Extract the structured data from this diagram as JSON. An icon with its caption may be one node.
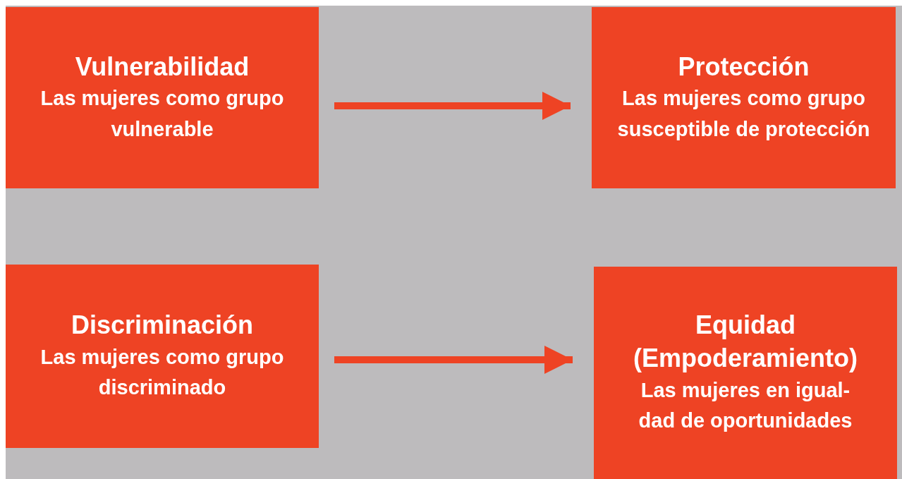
{
  "diagram": {
    "nodes": [
      {
        "text": [
          "Vulnerabilidad",
          "Las mujeres como grupo vulnerable"
        ]
      },
      {
        "text": [
          "Protección",
          "Las mujeres como grupo susceptible de protección"
        ]
      },
      {
        "text": [
          "Discriminación",
          "Las mujeres como grupo discriminado"
        ]
      },
      {
        "text": [
          "Equidad (Empoderamiento)",
          "Las mujeres en igual- dad de oportunidades"
        ]
      }
    ],
    "edges": [
      {
        "from": 0,
        "to": 1,
        "arrow": "to"
      },
      {
        "from": 2,
        "to": 3,
        "arrow": "to"
      }
    ]
  }
}
